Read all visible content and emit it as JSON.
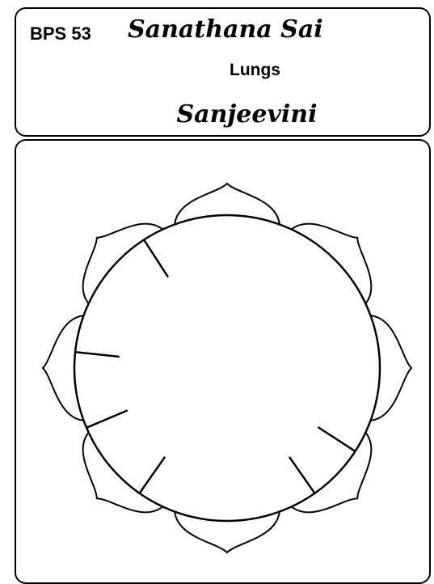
{
  "header": {
    "code": "BPS 53",
    "title": "Sanathana Sai",
    "subtitle": "Lungs",
    "name": "Sanjeevini"
  },
  "diagram": {
    "petal_count": 8,
    "tick_angles_deg": [
      -123,
      -174,
      157,
      125,
      55,
      33
    ]
  }
}
